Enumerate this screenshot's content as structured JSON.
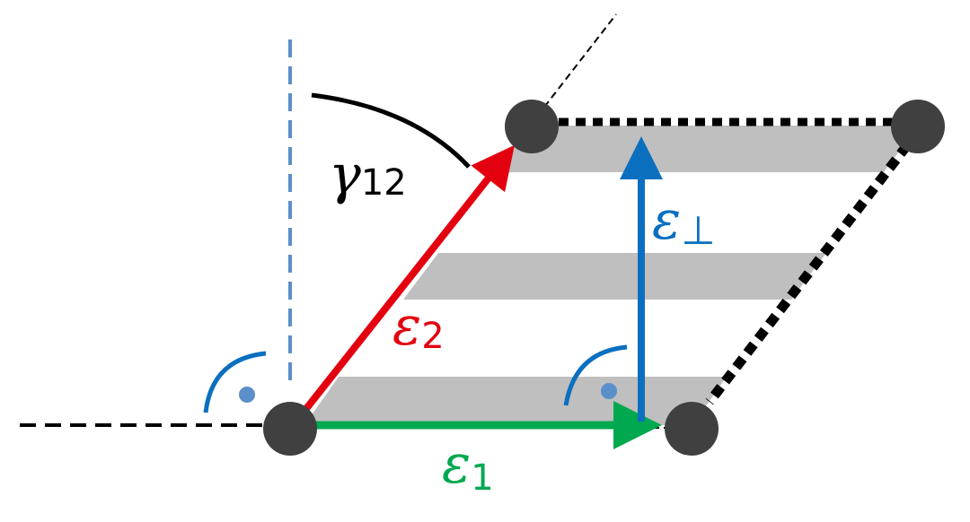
{
  "labels": {
    "gamma": {
      "sym": "γ",
      "sub": "12"
    },
    "eps1": {
      "sym": "ε",
      "sub": "1"
    },
    "eps2": {
      "sym": "ε",
      "sub": "2"
    },
    "eps_perp": {
      "sym": "ε",
      "sub": "⊥"
    }
  },
  "colors": {
    "eps1": "#00a84f",
    "eps2": "#e3000f",
    "eps_perp": "#0b6fbf",
    "vertical_ref": "#5b8fc9",
    "stripe": "#bfbfbf",
    "node": "#404040",
    "line": "#000000"
  }
}
